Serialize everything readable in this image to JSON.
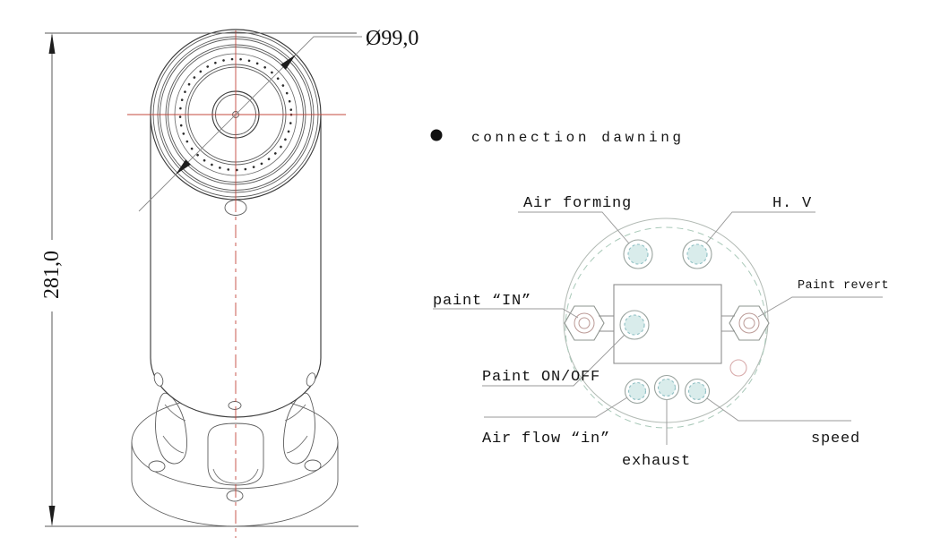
{
  "figure": {
    "type": "technical-drawing-front-view",
    "dimension_labels": {
      "height": "281,0",
      "diameter": "Ø99,0"
    },
    "colors": {
      "centerline": "#c4483d",
      "outline": "#3c3c3c"
    }
  },
  "connection": {
    "bullet": "●",
    "title": "connection dawning",
    "labels": {
      "air_forming": "Air forming",
      "hv": "H. V",
      "paint_in": "paint “IN”",
      "paint_revert": "Paint revert",
      "paint_on_off": "Paint ON/OFF",
      "air_flow_in": "Air flow “in”",
      "exhaust": "exhaust",
      "speed": "speed"
    },
    "colors": {
      "plate_outline": "#b2bab4",
      "dashed_circle": "#a9c9b9",
      "port_fill": "#d9eceb",
      "port_ring": "#8fc0c4",
      "hex_ring": "#bb9a96",
      "marker_pink": "#d8aaaa",
      "leader": "#9a9a9a"
    }
  }
}
